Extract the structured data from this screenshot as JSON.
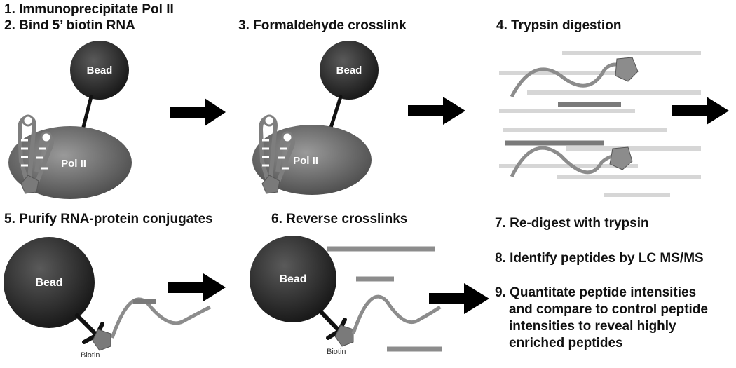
{
  "steps": {
    "s1": "1. Immunoprecipitate Pol II",
    "s2": "2. Bind 5’ biotin RNA",
    "s3": "3. Formaldehyde crosslink",
    "s4": "4. Trypsin digestion",
    "s5": "5. Purify RNA-protein conjugates",
    "s6": "6. Reverse crosslinks",
    "s7": "7. Re-digest with trypsin",
    "s8": "8. Identify peptides by LC MS/MS",
    "s9_line1": "9. Quantitate peptide intensities",
    "s9_line2": "and compare to control peptide",
    "s9_line3": "intensities to reveal highly",
    "s9_line4": "enriched peptides"
  },
  "labels": {
    "bead": "Bead",
    "polii": "Pol II",
    "biotin": "Biotin"
  },
  "colors": {
    "bead": "#2b2b2b",
    "polii": "#6b6b6b",
    "rna": "#8c8c8c",
    "peptide_light": "#d6d6d6",
    "peptide_dark": "#7a7a7a",
    "arrow": "#000000"
  }
}
